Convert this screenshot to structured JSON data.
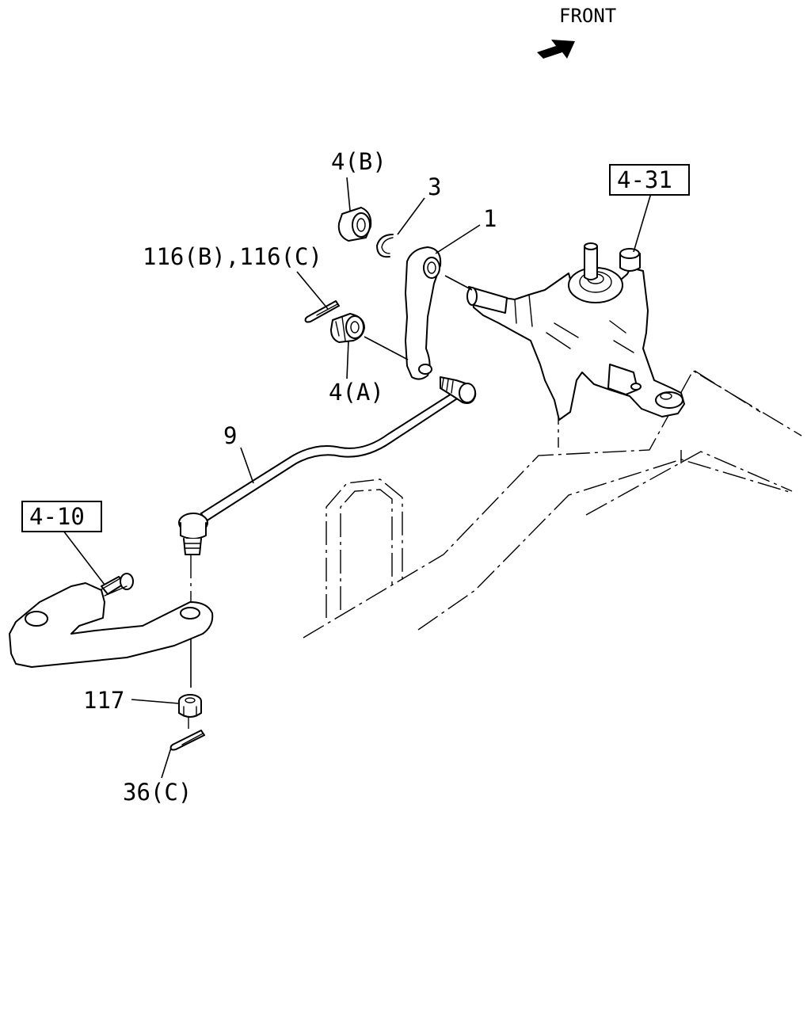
{
  "front_label": "FRONT",
  "callouts": {
    "nut_4b": "4(B)",
    "ring_3": "3",
    "arm_1": "1",
    "ref_4_31": "4-31",
    "pin_116": "116(B),116(C)",
    "nut_4a": "4(A)",
    "rod_9": "9",
    "ref_4_10": "4-10",
    "nut_117": "117",
    "pin_36c": "36(C)"
  }
}
